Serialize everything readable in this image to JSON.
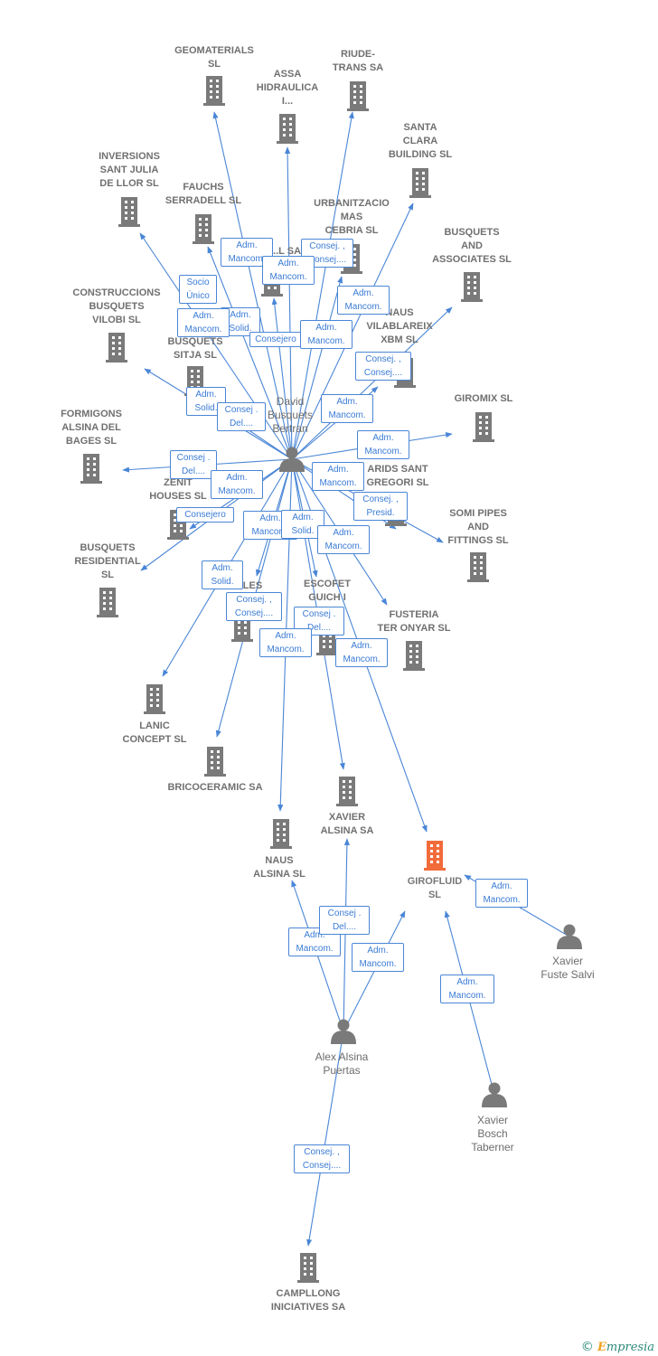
{
  "colors": {
    "edge": "#4a86d6",
    "building": "#7a7a7a",
    "highlight": "#f26b3a",
    "person": "#7a7a7a"
  },
  "footer": {
    "copyright": "©",
    "brand_initial": "E",
    "brand_rest": "mpresia"
  },
  "nodes": [
    {
      "id": "geomaterials",
      "type": "company",
      "label": "GEOMATERIALS\nSL"
    },
    {
      "id": "assa",
      "type": "company",
      "label": "ASSA\nHIDRAULICA\nI..."
    },
    {
      "id": "riudetrans",
      "type": "company",
      "label": "RIUDE-\nTRANS SA"
    },
    {
      "id": "santaclara",
      "type": "company",
      "label": "SANTA\nCLARA\nBUILDING  SL"
    },
    {
      "id": "inversions",
      "type": "company",
      "label": "INVERSIONS\nSANT JULIA\nDE LLOR SL"
    },
    {
      "id": "fauchs",
      "type": "company",
      "label": "FAUCHS\nSERRADELL SL"
    },
    {
      "id": "urbanitzacio",
      "type": "company",
      "label": "URBANITZACIO\nMAS\nCEBRIA  SL"
    },
    {
      "id": "hidden_sa",
      "type": "company",
      "label": "...L SA"
    },
    {
      "id": "busquetsassoc",
      "type": "company",
      "label": "BUSQUETS\nAND\nASSOCIATES SL"
    },
    {
      "id": "construccions",
      "type": "company",
      "label": "CONSTRUCCIONS\nBUSQUETS\nVILOBI  SL"
    },
    {
      "id": "busquetssitja",
      "type": "company",
      "label": "BUSQUETS\nSITJA SL"
    },
    {
      "id": "nausvila",
      "type": "company",
      "label": "NAUS\nVILABLAREIX\nXBM  SL"
    },
    {
      "id": "giromix",
      "type": "company",
      "label": "GIROMIX SL"
    },
    {
      "id": "formigons",
      "type": "company",
      "label": "FORMIGONS\nALSINA DEL\nBAGES  SL"
    },
    {
      "id": "zenit",
      "type": "company",
      "label": "ZENIT\nHOUSES  SL"
    },
    {
      "id": "arids",
      "type": "company",
      "label": "ARIDS SANT\nGREGORI  SL"
    },
    {
      "id": "somi",
      "type": "company",
      "label": "SOMI PIPES\nAND\nFITTINGS  SL"
    },
    {
      "id": "busquetsres",
      "type": "company",
      "label": "BUSQUETS\nRESIDENTIAL\nSL"
    },
    {
      "id": "hidden_illes",
      "type": "company",
      "label": "...ILLES\n2..."
    },
    {
      "id": "escofet",
      "type": "company",
      "label": "ESCOFET\nGUICH I\n...S SA"
    },
    {
      "id": "fusteria",
      "type": "company",
      "label": "FUSTERIA\nTER ONYAR  SL"
    },
    {
      "id": "lanic",
      "type": "company",
      "label": "LANIC\nCONCEPT SL"
    },
    {
      "id": "bricoceramic",
      "type": "company",
      "label": "BRICOCERAMIC SA"
    },
    {
      "id": "xavieralsina",
      "type": "company",
      "label": "XAVIER\nALSINA SA"
    },
    {
      "id": "nausalsina",
      "type": "company",
      "label": "NAUS\nALSINA SL"
    },
    {
      "id": "girofluid",
      "type": "company",
      "highlight": true,
      "label": "GIROFLUID\nSL"
    },
    {
      "id": "campllong",
      "type": "company",
      "label": "CAMPLLONG\nINICIATIVES SA"
    },
    {
      "id": "david",
      "type": "person",
      "label": "David\nBusquets\nBertran"
    },
    {
      "id": "xavierfuste",
      "type": "person",
      "label": "Xavier\nFuste Salvi"
    },
    {
      "id": "alexalsina",
      "type": "person",
      "label": "Alex Alsina\nPuertas"
    },
    {
      "id": "xavierbosch",
      "type": "person",
      "label": "Xavier\nBosch\nTaberner"
    }
  ],
  "edge_labels": [
    {
      "id": "el1",
      "text": "Adm.\nMancom."
    },
    {
      "id": "el2",
      "text": "Consej. ,\nConsej...."
    },
    {
      "id": "el3",
      "text": "Adm.\nMancom."
    },
    {
      "id": "el4",
      "text": "Socio\nÚnico"
    },
    {
      "id": "el5",
      "text": "Adm.\nSolid."
    },
    {
      "id": "el6",
      "text": "Adm.\nMancom."
    },
    {
      "id": "el7",
      "text": "Consejero"
    },
    {
      "id": "el8",
      "text": "Adm.\nMancom."
    },
    {
      "id": "el9",
      "text": "Adm.\nMancom."
    },
    {
      "id": "el10",
      "text": "Consej. ,\nConsej...."
    },
    {
      "id": "el11",
      "text": "Adm.\nSolid."
    },
    {
      "id": "el12",
      "text": "Consej .\nDel...."
    },
    {
      "id": "el13",
      "text": "Adm.\nMancom."
    },
    {
      "id": "el14",
      "text": "Adm.\nMancom."
    },
    {
      "id": "el15",
      "text": "Consej .\nDel...."
    },
    {
      "id": "el16",
      "text": "Adm.\nMancom."
    },
    {
      "id": "el17",
      "text": "Adm.\nMancom."
    },
    {
      "id": "el18",
      "text": "Consej. ,\nPresid."
    },
    {
      "id": "el19",
      "text": "Consejero"
    },
    {
      "id": "el20",
      "text": "Adm.\nMancom."
    },
    {
      "id": "el21",
      "text": "Adm.\nSolid."
    },
    {
      "id": "el22",
      "text": "Adm.\nMancom."
    },
    {
      "id": "el23",
      "text": "Adm.\nSolid."
    },
    {
      "id": "el24",
      "text": "Consej. ,\nConsej...."
    },
    {
      "id": "el25",
      "text": "Consej .\nDel...."
    },
    {
      "id": "el26",
      "text": "Adm.\nMancom."
    },
    {
      "id": "el27",
      "text": "Adm.\nMancom."
    },
    {
      "id": "el28",
      "text": "Adm.\nMancom."
    },
    {
      "id": "el29",
      "text": "Consej .\nDel...."
    },
    {
      "id": "el30",
      "text": "Adm.\nMancom."
    },
    {
      "id": "el31",
      "text": "Adm.\nMancom."
    },
    {
      "id": "el32",
      "text": "Adm.\nMancom."
    },
    {
      "id": "el33",
      "text": "Consej. ,\nConsej...."
    }
  ]
}
